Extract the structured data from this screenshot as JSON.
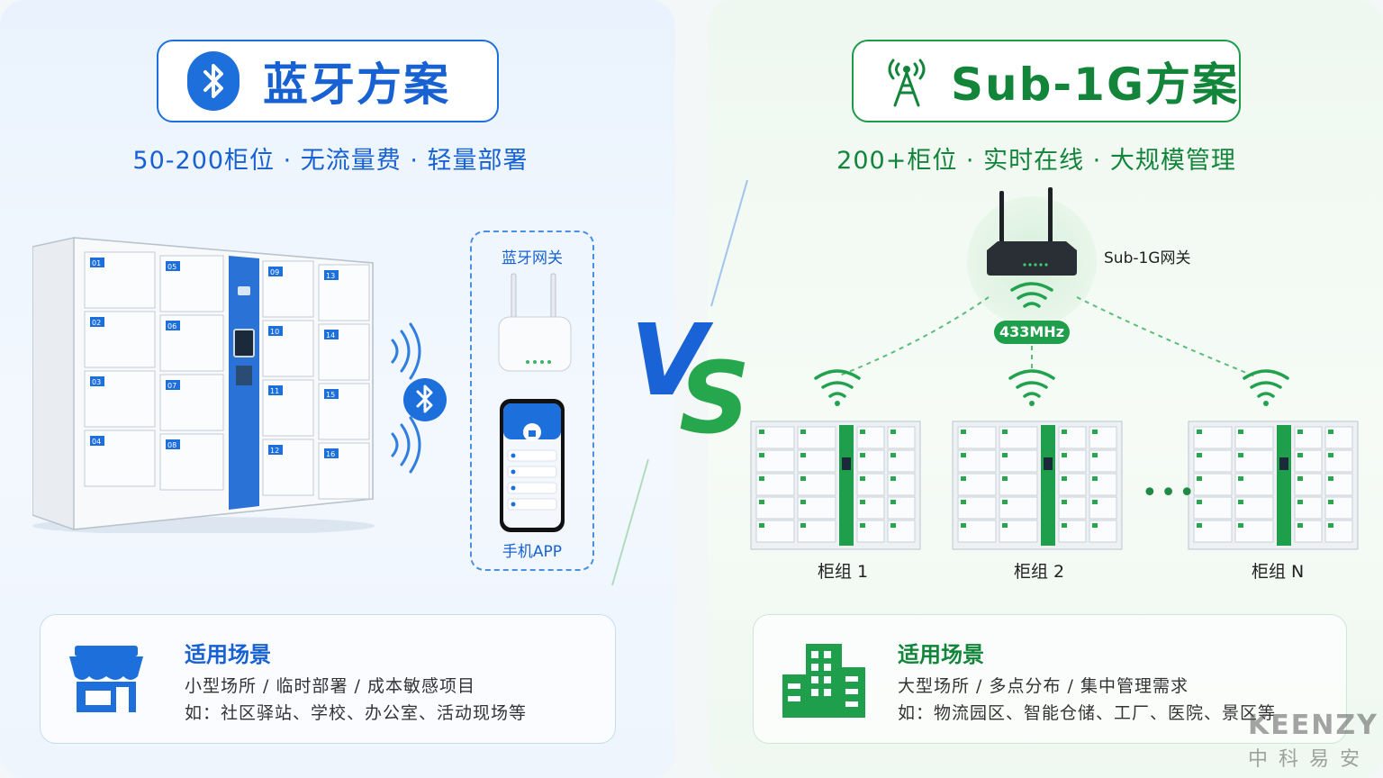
{
  "left": {
    "title": "蓝牙方案",
    "subtitle": "50-200柜位 · 无流量费 · 轻量部署",
    "gateway_label": "蓝牙网关",
    "app_label": "手机APP",
    "locker_numbers": [
      "01",
      "02",
      "03",
      "04",
      "05",
      "06",
      "07",
      "08",
      "09",
      "10",
      "11",
      "12",
      "13",
      "14",
      "15",
      "16"
    ],
    "scene": {
      "title": "适用场景",
      "line1": "小型场所 / 临时部署 / 成本敏感项目",
      "line2": "如：社区驿站、学校、办公室、活动现场等"
    },
    "icons": [
      "bluetooth-icon",
      "store-icon"
    ],
    "accent": "#1d6fdc"
  },
  "right": {
    "title": "Sub-1G方案",
    "subtitle": "200+柜位 · 实时在线 · 大规模管理",
    "gateway_label": "Sub-1G网关",
    "frequency": "433MHz",
    "cabinets": [
      "柜组 1",
      "柜组 2",
      "柜组 N"
    ],
    "ellipsis": "•••",
    "scene": {
      "title": "适用场景",
      "line1": "大型场所 / 多点分布 / 集中管理需求",
      "line2": "如：物流园区、智能仓储、工厂、医院、景区等"
    },
    "icons": [
      "radio-tower-icon",
      "building-icon",
      "wifi-icon"
    ],
    "accent": "#1e9a4a"
  },
  "vs": "VS",
  "brand": {
    "en": "KEENZY",
    "cn": "中科易安"
  }
}
